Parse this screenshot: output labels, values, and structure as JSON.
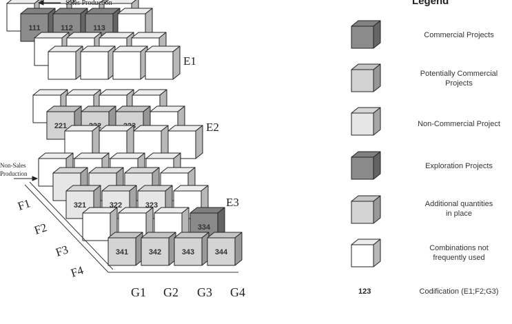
{
  "colors": {
    "commercial": "#8c8c8c",
    "potential": "#d2d2d2",
    "noncommercial": "#e6e6e6",
    "exploration": "#8a8a8a",
    "additional": "#d4d4d4",
    "uncommon": "#ffffff"
  },
  "diagram": {
    "sales_production": "Sales Production",
    "non_sales_production": [
      "Non-Sales",
      "Production"
    ],
    "e_labels": [
      "E1",
      "E2",
      "E3"
    ],
    "f_labels": [
      "F1",
      "F2",
      "F3",
      "F4"
    ],
    "g_labels": [
      "G1",
      "G2",
      "G3",
      "G4"
    ],
    "layers": [
      {
        "name": "E1",
        "rows": [
          [
            {
              "type": "uncommon",
              "code": ""
            },
            {
              "type": "uncommon",
              "code": ""
            },
            {
              "type": "uncommon",
              "code": ""
            },
            {
              "type": "uncommon",
              "code": ""
            }
          ],
          [
            {
              "type": "commercial",
              "code": "111"
            },
            {
              "type": "commercial",
              "code": "112"
            },
            {
              "type": "commercial",
              "code": "113"
            },
            {
              "type": "uncommon",
              "code": ""
            }
          ],
          [
            {
              "type": "uncommon",
              "code": ""
            },
            {
              "type": "uncommon",
              "code": ""
            },
            {
              "type": "uncommon",
              "code": ""
            },
            {
              "type": "uncommon",
              "code": ""
            }
          ],
          [
            {
              "type": "uncommon",
              "code": ""
            },
            {
              "type": "uncommon",
              "code": ""
            },
            {
              "type": "uncommon",
              "code": ""
            },
            {
              "type": "uncommon",
              "code": ""
            }
          ]
        ]
      },
      {
        "name": "E2",
        "rows": [
          [
            {
              "type": "uncommon",
              "code": ""
            },
            {
              "type": "uncommon",
              "code": ""
            },
            {
              "type": "uncommon",
              "code": ""
            },
            {
              "type": "uncommon",
              "code": ""
            }
          ],
          [
            {
              "type": "potential",
              "code": "221"
            },
            {
              "type": "potential",
              "code": "222"
            },
            {
              "type": "potential",
              "code": "223"
            },
            {
              "type": "uncommon",
              "code": ""
            }
          ],
          [
            {
              "type": "uncommon",
              "code": ""
            },
            {
              "type": "uncommon",
              "code": ""
            },
            {
              "type": "uncommon",
              "code": ""
            },
            {
              "type": "uncommon",
              "code": ""
            }
          ]
        ]
      },
      {
        "name": "E3",
        "rows": [
          [
            {
              "type": "uncommon",
              "code": ""
            },
            {
              "type": "uncommon",
              "code": ""
            },
            {
              "type": "uncommon",
              "code": ""
            },
            {
              "type": "uncommon",
              "code": ""
            }
          ],
          [
            {
              "type": "noncommercial",
              "code": ""
            },
            {
              "type": "noncommercial",
              "code": ""
            },
            {
              "type": "noncommercial",
              "code": ""
            },
            {
              "type": "uncommon",
              "code": ""
            }
          ],
          [
            {
              "type": "noncommercial",
              "code": "321"
            },
            {
              "type": "noncommercial",
              "code": "322"
            },
            {
              "type": "noncommercial",
              "code": "323"
            },
            {
              "type": "uncommon",
              "code": ""
            }
          ],
          [
            {
              "type": "uncommon",
              "code": ""
            },
            {
              "type": "uncommon",
              "code": ""
            },
            {
              "type": "uncommon",
              "code": ""
            },
            {
              "type": "exploration",
              "code": "334"
            }
          ],
          [
            {
              "type": "additional",
              "code": "341"
            },
            {
              "type": "additional",
              "code": "342"
            },
            {
              "type": "additional",
              "code": "343"
            },
            {
              "type": "additional",
              "code": "344"
            }
          ]
        ]
      }
    ]
  },
  "legend": {
    "title": "Legend",
    "items": [
      {
        "type": "commercial",
        "label": [
          "Commercial Projects"
        ]
      },
      {
        "type": "potential",
        "label": [
          "Potentially Commercial",
          "Projects"
        ]
      },
      {
        "type": "noncommercial",
        "label": [
          "Non-Commercial Project"
        ]
      },
      {
        "type": "exploration",
        "label": [
          "Exploration Projects"
        ]
      },
      {
        "type": "additional",
        "label": [
          "Additional quantities",
          "in place"
        ]
      },
      {
        "type": "uncommon",
        "label": [
          "Combinations not",
          "frequently used"
        ]
      }
    ],
    "code_sample": "123",
    "code_label": "Codification (E1;F2;G3)"
  }
}
